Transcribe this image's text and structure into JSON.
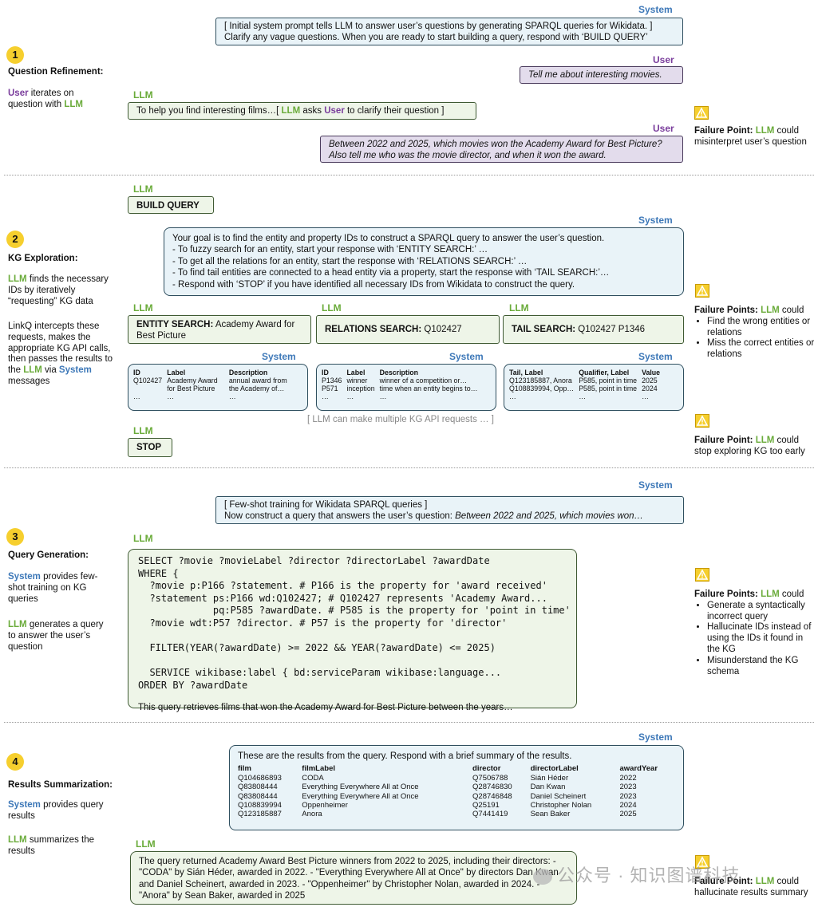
{
  "roles": {
    "system": "System",
    "user": "User",
    "llm": "LLM"
  },
  "steps": [
    {
      "num": "1",
      "title": "Question Refinement:",
      "desc": [
        {
          "hl": "User",
          "cls": "usr"
        },
        {
          "t": " iterates on question with "
        },
        {
          "hl": "LLM",
          "cls": "llm"
        }
      ]
    },
    {
      "num": "2",
      "title": "KG Exploration:",
      "desc1": [
        {
          "hl": "LLM",
          "cls": "llm"
        },
        {
          "t": " finds the necessary IDs by iteratively “requesting” KG data"
        }
      ],
      "desc2": [
        {
          "t": "LinkQ intercepts these requests, makes the appropriate KG API calls, then passes the results to the "
        },
        {
          "hl": "LLM",
          "cls": "llm"
        },
        {
          "t": " via "
        },
        {
          "hl": "System",
          "cls": "sys"
        },
        {
          "t": " messages"
        }
      ]
    },
    {
      "num": "3",
      "title": "Query Generation:",
      "desc1": [
        {
          "hl": "System",
          "cls": "sys"
        },
        {
          "t": " provides few-shot training on KG queries"
        }
      ],
      "desc2": [
        {
          "hl": "LLM",
          "cls": "llm"
        },
        {
          "t": " generates a query to answer the user’s question"
        }
      ]
    },
    {
      "num": "4",
      "title": "Results Summarization:",
      "desc1": [
        {
          "hl": "System",
          "cls": "sys"
        },
        {
          "t": " provides query results"
        }
      ],
      "desc2": [
        {
          "hl": "LLM",
          "cls": "llm"
        },
        {
          "t": " summarizes the results"
        }
      ]
    }
  ],
  "section1": {
    "system_msg": "[ Initial system prompt tells LLM to answer user’s questions by generating SPARQL queries for Wikidata. ] Clarify any vague questions. When you are ready to start building a query, respond with ‘BUILD QUERY’",
    "user_msg1": "Tell me about interesting movies.",
    "llm_msg_pre": "To help you find interesting films…[ ",
    "llm_msg_llm": "LLM",
    "llm_msg_mid": " asks ",
    "llm_msg_user": "User",
    "llm_msg_post": " to clarify their question ]",
    "user_msg2": "Between 2022 and 2025, which movies won the Academy Award for Best Picture? Also tell me who was the movie director, and when it won the award.",
    "failure_label": "Failure Point:",
    "failure_llm": "LLM",
    "failure_text": " could misinterpret user’s question"
  },
  "section2": {
    "build_query": "BUILD QUERY",
    "system_lines": [
      "Your goal is to find the entity and property IDs to construct a SPARQL query to answer the user’s question.",
      "- To fuzzy search for an entity, start your response with ‘ENTITY SEARCH:’ …",
      "- To get all the relations for an entity, start the response with ‘RELATIONS SEARCH:’ …",
      "- To find tail entities are connected to a head entity via a property, start the response with ‘TAIL SEARCH:’…",
      "- Respond with ‘STOP’ if you have identified all necessary IDs from Wikidata to construct the query."
    ],
    "entity_search_label": "ENTITY SEARCH:",
    "entity_search_value": " Academy Award for Best Picture",
    "relations_search_label": "RELATIONS SEARCH:",
    "relations_search_value": " Q102427",
    "tail_search_label": "TAIL SEARCH:",
    "tail_search_value": " Q102427 P1346",
    "table1": {
      "headers": [
        "ID",
        "Label",
        "Description"
      ],
      "rows": [
        [
          "Q102427",
          "Academy Award for Best Picture",
          "annual award from the Academy of…"
        ],
        [
          "…",
          "…",
          "…"
        ]
      ]
    },
    "table2": {
      "headers": [
        "ID",
        "Label",
        "Description"
      ],
      "rows": [
        [
          "P1346",
          "winner",
          "winner of a competition or…"
        ],
        [
          "P571",
          "inception",
          "time when an entity begins to…"
        ],
        [
          "…",
          "…",
          "…"
        ]
      ]
    },
    "table3": {
      "headers": [
        "Tail, Label",
        "Qualifier, Label",
        "Value"
      ],
      "rows": [
        [
          "Q123185887, Anora",
          "P585, point in time",
          "2025"
        ],
        [
          "Q108839994, Opp…",
          "P585, point in time",
          "2024"
        ],
        [
          "…",
          "…",
          "…"
        ]
      ]
    },
    "multi_note": "[ LLM can make multiple KG API requests … ]",
    "stop": "STOP",
    "failure1_label": "Failure Points:",
    "failure1_llm": "LLM",
    "failure1_text": " could",
    "failure1_items": [
      "Find the wrong entities or relations",
      "Miss the correct entities or relations"
    ],
    "failure2_label": "Failure Point:",
    "failure2_llm": "LLM",
    "failure2_text": " could stop exploring KG too early"
  },
  "section3": {
    "system_line1": "[ Few-shot training for Wikidata SPARQL queries ]",
    "system_line2_pre": "Now construct a query that answers the user’s question: ",
    "system_line2_it": "Between 2022 and 2025, which movies won…",
    "query": "SELECT ?movie ?movieLabel ?director ?directorLabel ?awardDate\nWHERE {\n  ?movie p:P166 ?statement. # P166 is the property for 'award received'\n  ?statement ps:P166 wd:Q102427; # Q102427 represents 'Academy Award...\n             pq:P585 ?awardDate. # P585 is the property for 'point in time'\n  ?movie wdt:P57 ?director. # P57 is the property for 'director'\n\n  FILTER(YEAR(?awardDate) >= 2022 && YEAR(?awardDate) <= 2025)\n\n  SERVICE wikibase:label { bd:serviceParam wikibase:language...\nORDER BY ?awardDate",
    "query_note": "This query retrieves films that won the Academy Award for Best Picture between the years…",
    "failure_label": "Failure Points:",
    "failure_llm": "LLM",
    "failure_text": " could",
    "failure_items": [
      "Generate a syntactically incorrect query",
      "Hallucinate IDs instead of using the IDs it found in the KG",
      "Misunderstand the KG schema"
    ]
  },
  "section4": {
    "system_intro": "These are the results from the query. Respond with a brief summary of the results.",
    "results": {
      "headers": [
        "film",
        "filmLabel",
        "director",
        "directorLabel",
        "awardYear"
      ],
      "rows": [
        [
          "Q104686893",
          "CODA",
          "Q7506788",
          "Sián Héder",
          "2022"
        ],
        [
          "Q83808444",
          "Everything Everywhere All at Once",
          "Q28746830",
          "Dan Kwan",
          "2023"
        ],
        [
          "Q83808444",
          "Everything Everywhere All at Once",
          "Q28746848",
          "Daniel Scheinert",
          "2023"
        ],
        [
          "Q108839994",
          "Oppenheimer",
          "Q25191",
          "Christopher Nolan",
          "2024"
        ],
        [
          "Q123185887",
          "Anora",
          "Q7441419",
          "Sean Baker",
          "2025"
        ]
      ]
    },
    "llm_summary": "The query returned Academy Award Best Picture winners from 2022 to 2025, including their directors: - \"CODA\" by Sián Héder, awarded in 2022. - \"Everything Everywhere All at Once\" by directors Dan Kwan and Daniel Scheinert, awarded in 2023. - \"Oppenheimer\" by Christopher Nolan, awarded in 2024. - \"Anora\" by Sean Baker, awarded in 2025",
    "failure_label": "Failure Point:",
    "failure_llm": "LLM",
    "failure_text": " could hallucinate results summary"
  },
  "watermark": "公众号 · 知识图谱科技",
  "colors": {
    "llm": "#6aab3a",
    "system": "#3d78b8",
    "user": "#7a3d9c",
    "step": "#f6cf2e",
    "warn": "#f6cf2e"
  }
}
